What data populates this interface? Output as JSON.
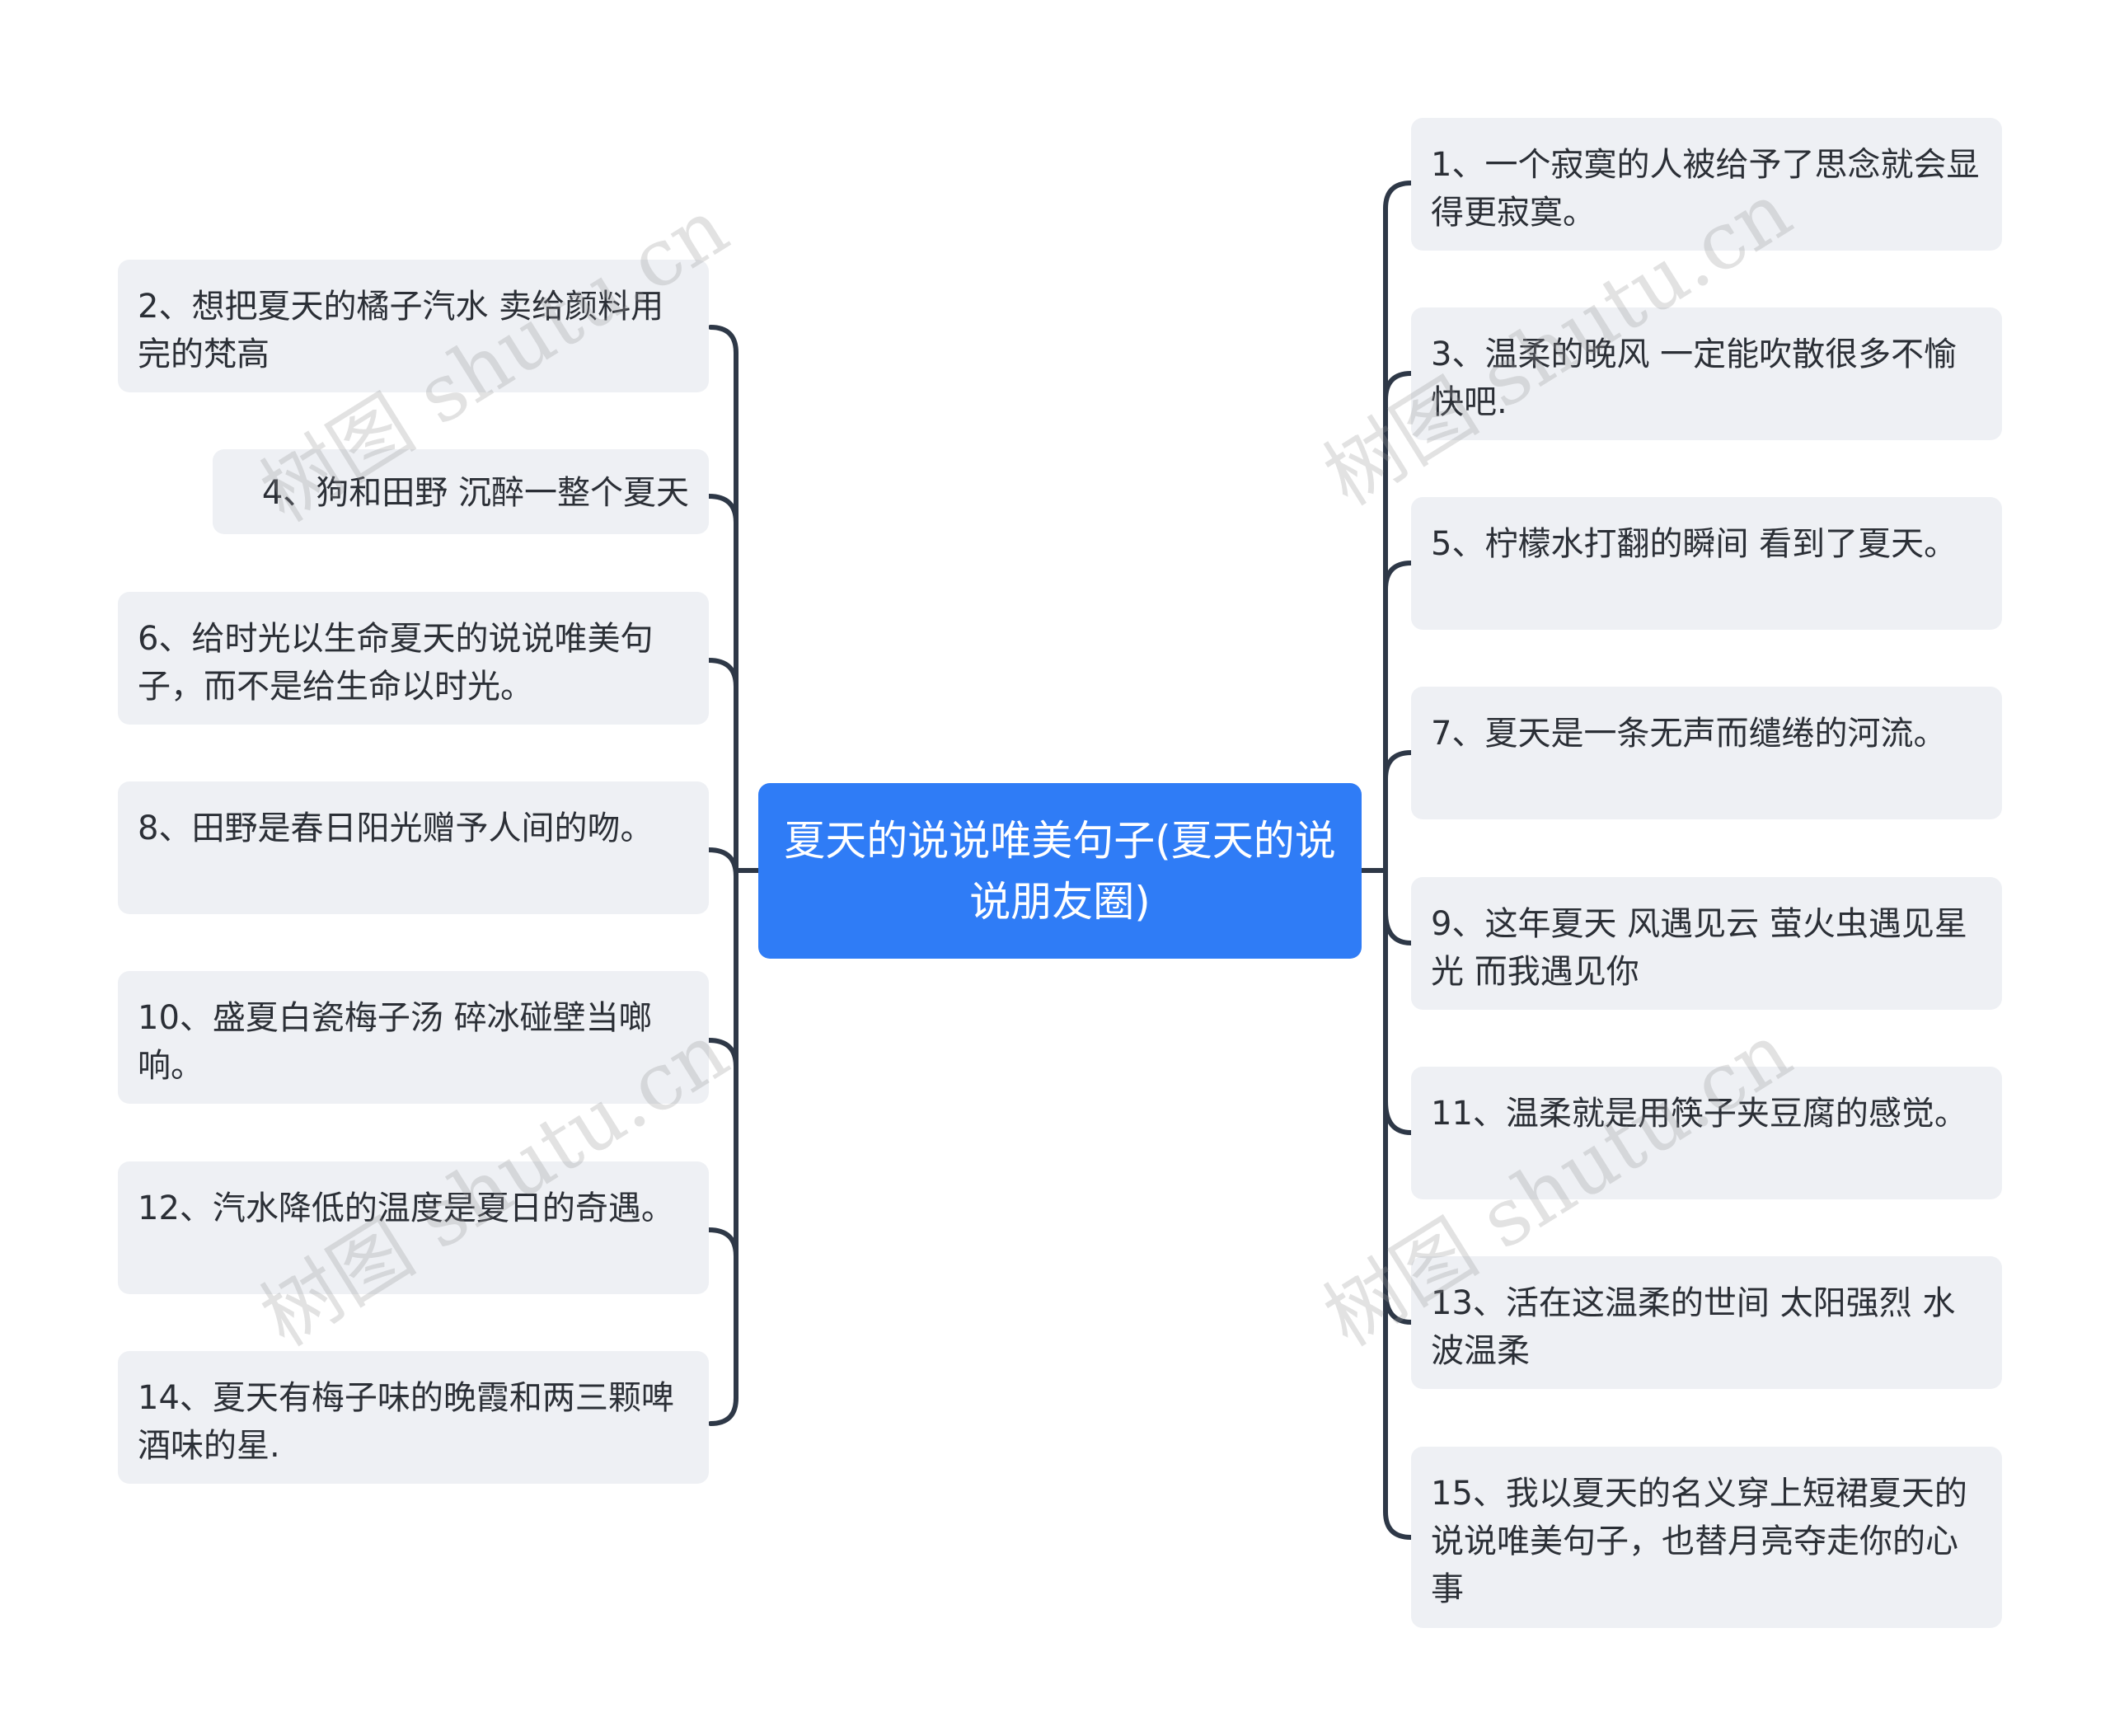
{
  "root": {
    "text": "夏天的说说唯美句子(夏天的说说朋友圈)"
  },
  "left_nodes": [
    {
      "text": "2、想把夏天的橘子汽水 卖给颜料用完的梵高"
    },
    {
      "text": "4、狗和田野 沉醉一整个夏天"
    },
    {
      "text": "6、给时光以生命夏天的说说唯美句子，而不是给生命以时光。"
    },
    {
      "text": "8、田野是春日阳光赠予人间的吻。"
    },
    {
      "text": "10、盛夏白瓷梅子汤 碎冰碰壁当啷响。"
    },
    {
      "text": "12、汽水降低的温度是夏日的奇遇。"
    },
    {
      "text": "14、夏天有梅子味的晚霞和两三颗啤酒味的星."
    }
  ],
  "right_nodes": [
    {
      "text": "1、一个寂寞的人被给予了思念就会显得更寂寞。"
    },
    {
      "text": "3、温柔的晚风 一定能吹散很多不愉快吧."
    },
    {
      "text": "5、柠檬水打翻的瞬间 看到了夏天。"
    },
    {
      "text": "7、夏天是一条无声而缱绻的河流。"
    },
    {
      "text": "9、这年夏天 风遇见云 萤火虫遇见星光 而我遇见你"
    },
    {
      "text": "11、温柔就是用筷子夹豆腐的感觉。"
    },
    {
      "text": "13、活在这温柔的世间 太阳强烈 水波温柔"
    },
    {
      "text": "15、我以夏天的名义穿上短裙夏天的说说唯美句子，也替月亮夺走你的心事"
    }
  ],
  "watermark": {
    "text": "树图 shutu.cn"
  },
  "colors": {
    "root_fill": "#2f7cf6",
    "node_fill": "#eef0f4",
    "connector": "#2e3847",
    "root_text": "#ffffff"
  }
}
